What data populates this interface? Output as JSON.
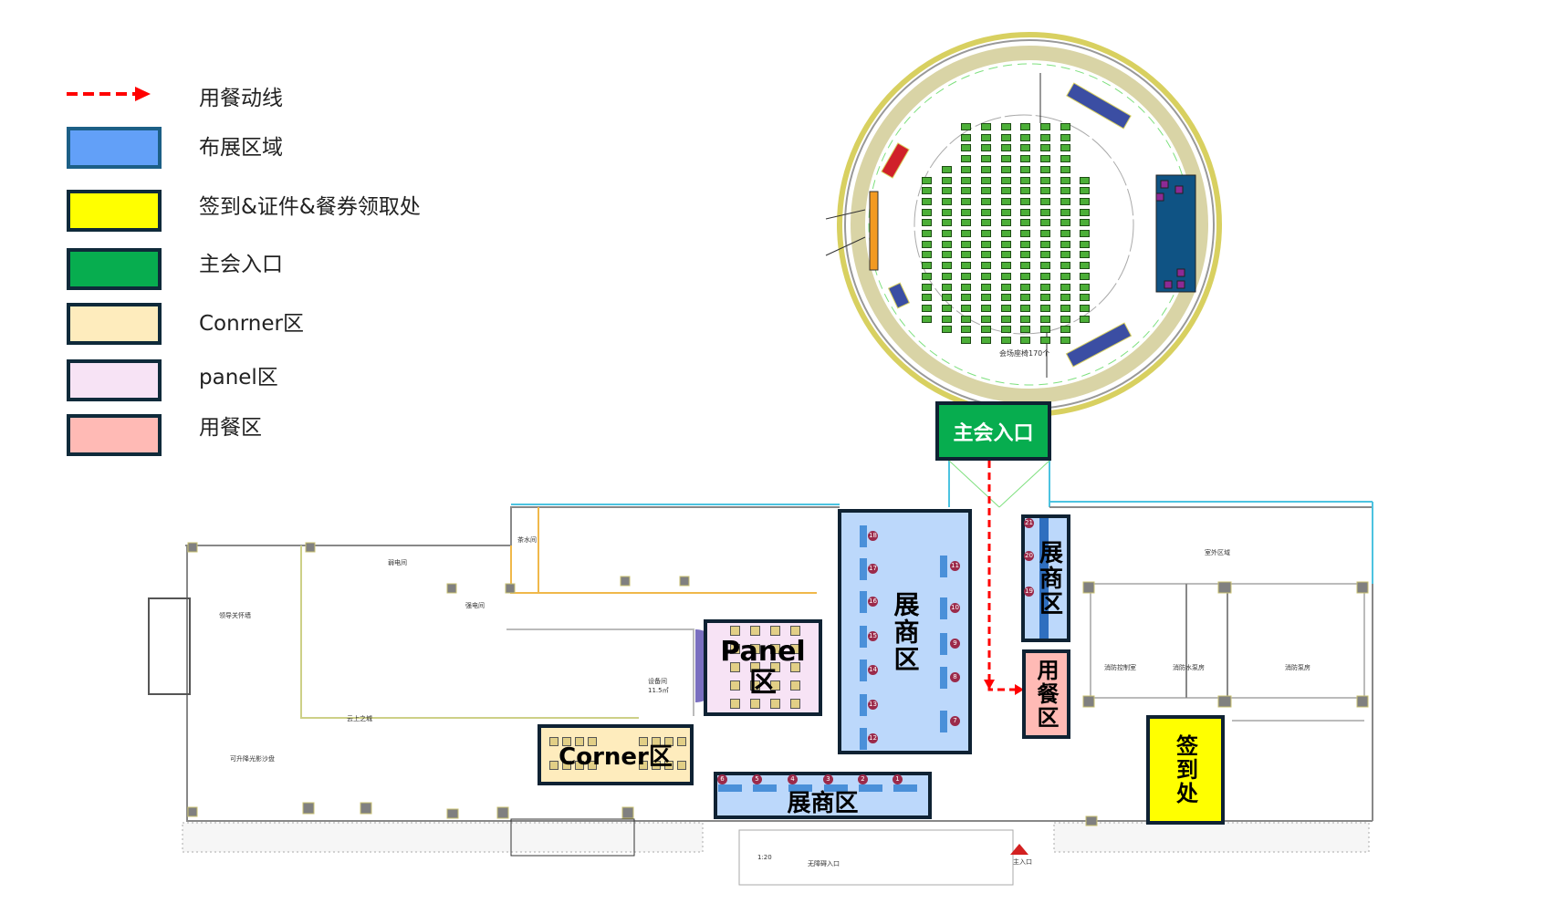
{
  "legend": {
    "items": [
      {
        "label": "用餐动线",
        "type": "arrow",
        "color": "#ff0000"
      },
      {
        "label": "布展区域",
        "type": "box",
        "color": "#62a0f8",
        "border": "#1c5f86"
      },
      {
        "label": "签到&证件&餐券领取处",
        "type": "box",
        "color": "#ffff00",
        "border": "#0f2233"
      },
      {
        "label": "主会入口",
        "type": "box",
        "color": "#07ad4f",
        "border": "#0f2233"
      },
      {
        "label": "Conrner区",
        "type": "box",
        "color": "#feecbd",
        "border": "#0f2233"
      },
      {
        "label": "panel区",
        "type": "box",
        "color": "#f7e3f5",
        "border": "#0f2233"
      },
      {
        "label": "用餐区",
        "type": "box",
        "color": "#ffbab5",
        "border": "#0f2233"
      }
    ]
  },
  "zones": {
    "main_entrance": "主会入口",
    "exhibit_main": "展商区",
    "exhibit_side": "展商区",
    "exhibit_bottom": "展商区",
    "dining": "用餐区",
    "signin": "签到处",
    "panel": "Panel区",
    "corner": "Corner区"
  },
  "hall": {
    "seat_label": "会场座椅170个"
  },
  "booths": {
    "main_left": [
      "18",
      "17",
      "16",
      "15",
      "14",
      "13",
      "12"
    ],
    "main_right": [
      "11",
      "10",
      "9",
      "8",
      "7"
    ],
    "bottom": [
      "6",
      "5",
      "4",
      "3",
      "2",
      "1"
    ],
    "side": [
      "21",
      "20",
      "19"
    ]
  },
  "rooms": {
    "leader_wall": "领导关怀墙",
    "sand_table": "可升降光影沙盘",
    "weak_elec": "弱电间",
    "strong_elec": "强电间",
    "cloud_city": "云上之城",
    "tea_room": "茶水间",
    "equipment": "设备间 11.5㎡",
    "accessible": "无障碍入口",
    "scale": "1:20",
    "outdoor": "室外区域",
    "fire_control": "消防控制室",
    "fire_water_pump": "消防水泵房",
    "fire_pump": "消防泵房",
    "main_entry": "主入口"
  }
}
